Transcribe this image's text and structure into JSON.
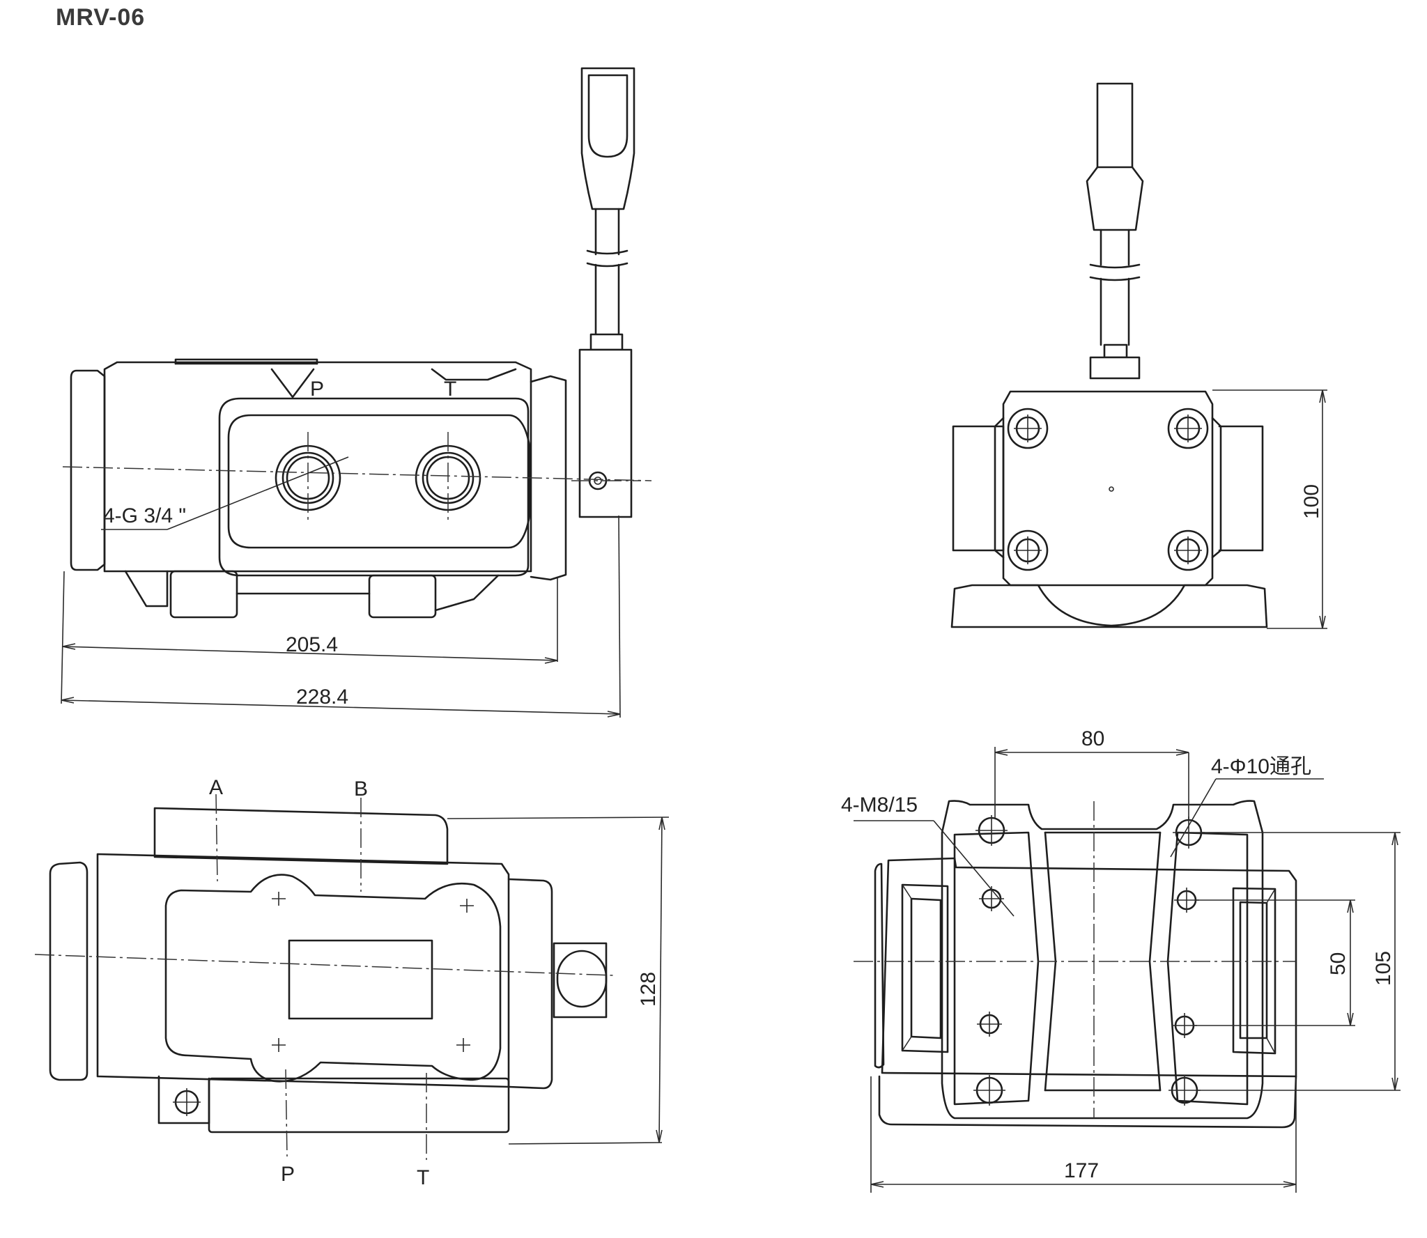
{
  "model": "MRV-06",
  "views": {
    "front": {
      "ports": [
        "P",
        "T"
      ],
      "port_callout": "4-G 3/4 \"",
      "dim_body": "205.4",
      "dim_total": "228.4"
    },
    "side": {
      "dim_height": "100"
    },
    "top": {
      "ports_top": [
        "A",
        "B"
      ],
      "ports_bottom": [
        "P",
        "T"
      ],
      "dim_height": "128"
    },
    "mounting": {
      "thread_callout": "4-M8/15",
      "hole_callout": "4-Φ10通孔",
      "dim_80": "80",
      "dim_50": "50",
      "dim_105": "105",
      "dim_177": "177"
    }
  }
}
